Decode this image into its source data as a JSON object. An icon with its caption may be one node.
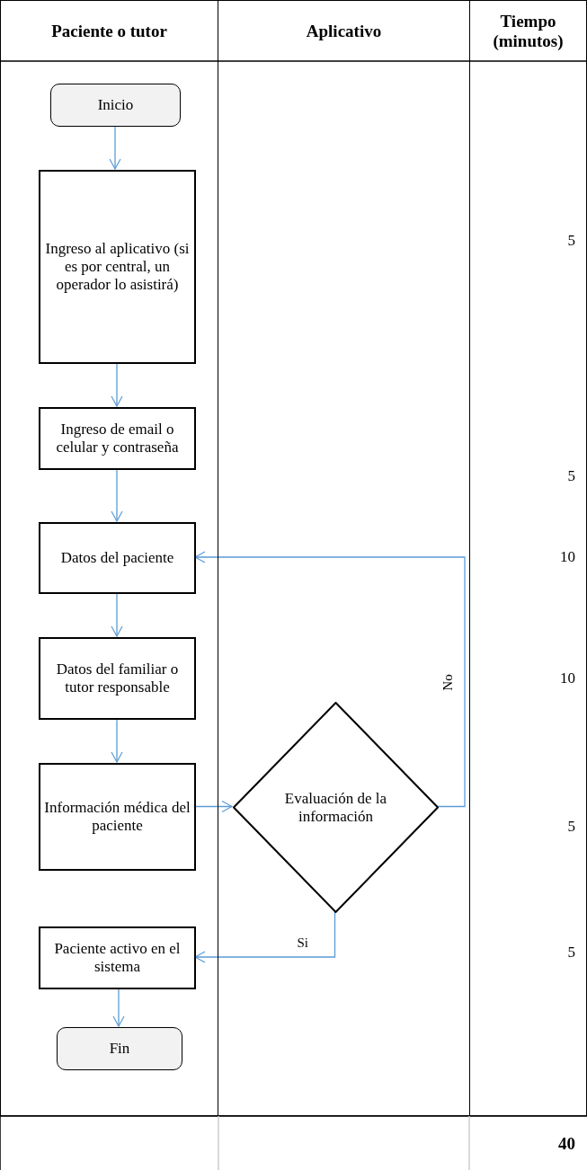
{
  "diagram": {
    "nodes": [
      {
        "text": [
          "Paciente o tutor"
        ]
      },
      {
        "text": [
          "Aplicativo"
        ]
      },
      {
        "text": [
          "Tiempo (minutos)"
        ]
      },
      {
        "text": [
          "Inicio"
        ],
        "in": 0
      },
      {
        "text": [
          "Ingreso al aplicativo (si es por central, un operador lo asistirá)"
        ],
        "in": 0
      },
      {
        "text": [
          "Ingreso de email o celular y contraseña"
        ],
        "in": 0
      },
      {
        "text": [
          "Datos del paciente"
        ],
        "in": 0
      },
      {
        "text": [
          "Datos del familiar o tutor responsable"
        ],
        "in": 0
      },
      {
        "text": [
          "Información médica del paciente"
        ],
        "in": 0
      },
      {
        "text": [
          "Evaluación de la información"
        ],
        "in": 1
      },
      {
        "text": [
          "Paciente activo en el sistema"
        ],
        "in": 0
      },
      {
        "text": [
          "Fin"
        ],
        "in": 0
      }
    ],
    "edges": [
      {
        "from": 3,
        "to": 4,
        "arrow": "to"
      },
      {
        "from": 4,
        "to": 5,
        "arrow": "to"
      },
      {
        "from": 5,
        "to": 6,
        "arrow": "to"
      },
      {
        "from": 6,
        "to": 7,
        "arrow": "to"
      },
      {
        "from": 7,
        "to": 8,
        "arrow": "to"
      },
      {
        "from": 8,
        "to": 9,
        "arrow": "to"
      },
      {
        "from": 9,
        "to": 6,
        "arrow": "to",
        "label": "No"
      },
      {
        "from": 9,
        "to": 10,
        "arrow": "to",
        "label": "Si"
      },
      {
        "from": 10,
        "to": 11,
        "arrow": "to"
      }
    ],
    "labels": [
      "5",
      "5",
      "10",
      "10",
      "5",
      "5",
      "40"
    ]
  }
}
